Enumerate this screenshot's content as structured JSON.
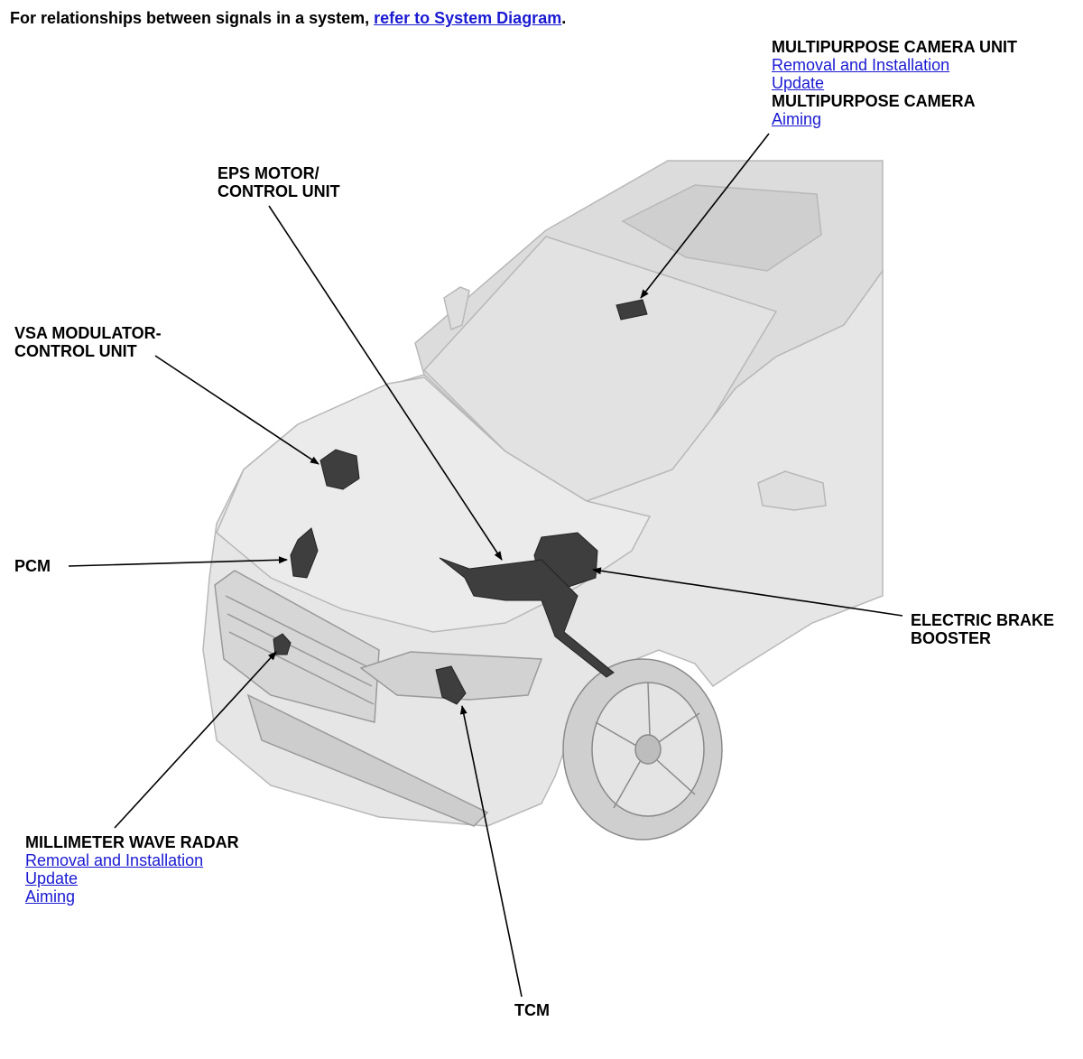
{
  "intro": {
    "text_before": "For relationships between signals in a system, ",
    "link": "refer to System Diagram",
    "text_after": "."
  },
  "callouts": {
    "camera": {
      "title": "MULTIPURPOSE CAMERA UNIT",
      "links": [
        "Removal and Installation",
        "Update"
      ],
      "title2": "MULTIPURPOSE CAMERA",
      "links2": [
        "Aiming"
      ]
    },
    "eps": {
      "line1": "EPS MOTOR/",
      "line2": "CONTROL UNIT"
    },
    "vsa": {
      "line1": "VSA MODULATOR-",
      "line2": "CONTROL UNIT"
    },
    "pcm": {
      "title": "PCM"
    },
    "brake": {
      "line1": "ELECTRIC BRAKE",
      "line2": "BOOSTER"
    },
    "radar": {
      "title": "MILLIMETER WAVE RADAR",
      "links": [
        "Removal and Installation",
        "Update",
        "Aiming"
      ]
    },
    "tcm": {
      "title": "TCM"
    }
  },
  "colors": {
    "link": "#1a1ad2",
    "vehicle_fill": "#e6e6e6",
    "vehicle_shade": "#d0d0d0",
    "vehicle_stroke": "#b8b8b8",
    "component": "#3e3e3e"
  }
}
